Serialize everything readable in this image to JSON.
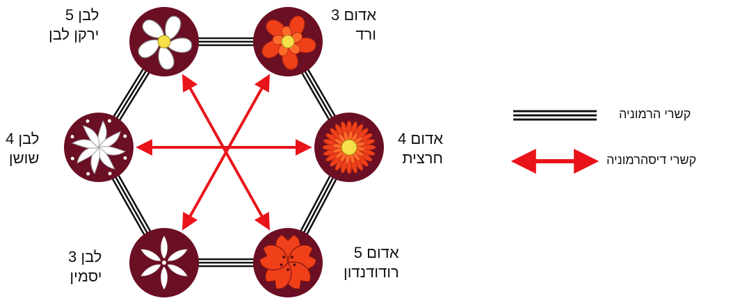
{
  "nodes": [
    {
      "id": "white5",
      "line1": "לבן 5",
      "line2": "ירקן לבן",
      "flower": "plumeria-icon"
    },
    {
      "id": "red3",
      "line1": "אדום 3",
      "line2": "ורד",
      "flower": "rose-icon"
    },
    {
      "id": "red4",
      "line1": "אדום 4",
      "line2": "חרצית",
      "flower": "chrysanthemum-icon"
    },
    {
      "id": "red5",
      "line1": "אדום 5",
      "line2": "רודודנדון",
      "flower": "rhododendron-icon"
    },
    {
      "id": "white3",
      "line1": "לבן 3",
      "line2": "יסמין",
      "flower": "jasmine-icon"
    },
    {
      "id": "white4",
      "line1": "לבן 4",
      "line2": "שושן",
      "flower": "lily-icon"
    }
  ],
  "legend": {
    "harmony": "קשרי הרמוניה",
    "disharmony": "קשרי דיסהרמוניה"
  },
  "colors": {
    "circle": "#6b0f24",
    "arrow": "#e8141a",
    "red_flower": "#f0401a",
    "white_flower": "#ffffff",
    "center": "#f5e04a",
    "line": "#111111"
  }
}
